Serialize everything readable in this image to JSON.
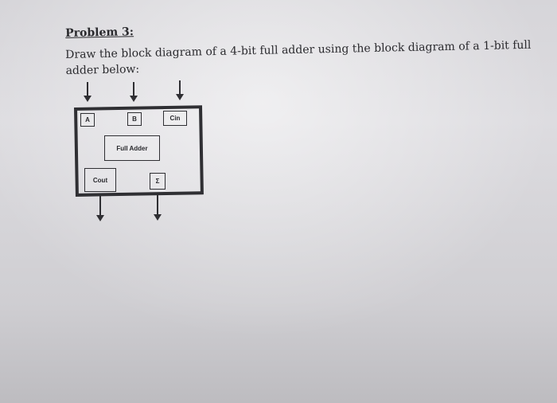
{
  "problem": {
    "heading": "Problem 3:",
    "instruction_line1": "Draw the block diagram of a 4-bit full adder using the block diagram of a 1-bit full",
    "instruction_line2": "adder below:"
  },
  "diagram": {
    "inputs": {
      "a": "A",
      "b": "B",
      "cin": "Cin"
    },
    "block_label": "Full Adder",
    "outputs": {
      "cout": "Cout",
      "sum": "Σ"
    }
  }
}
